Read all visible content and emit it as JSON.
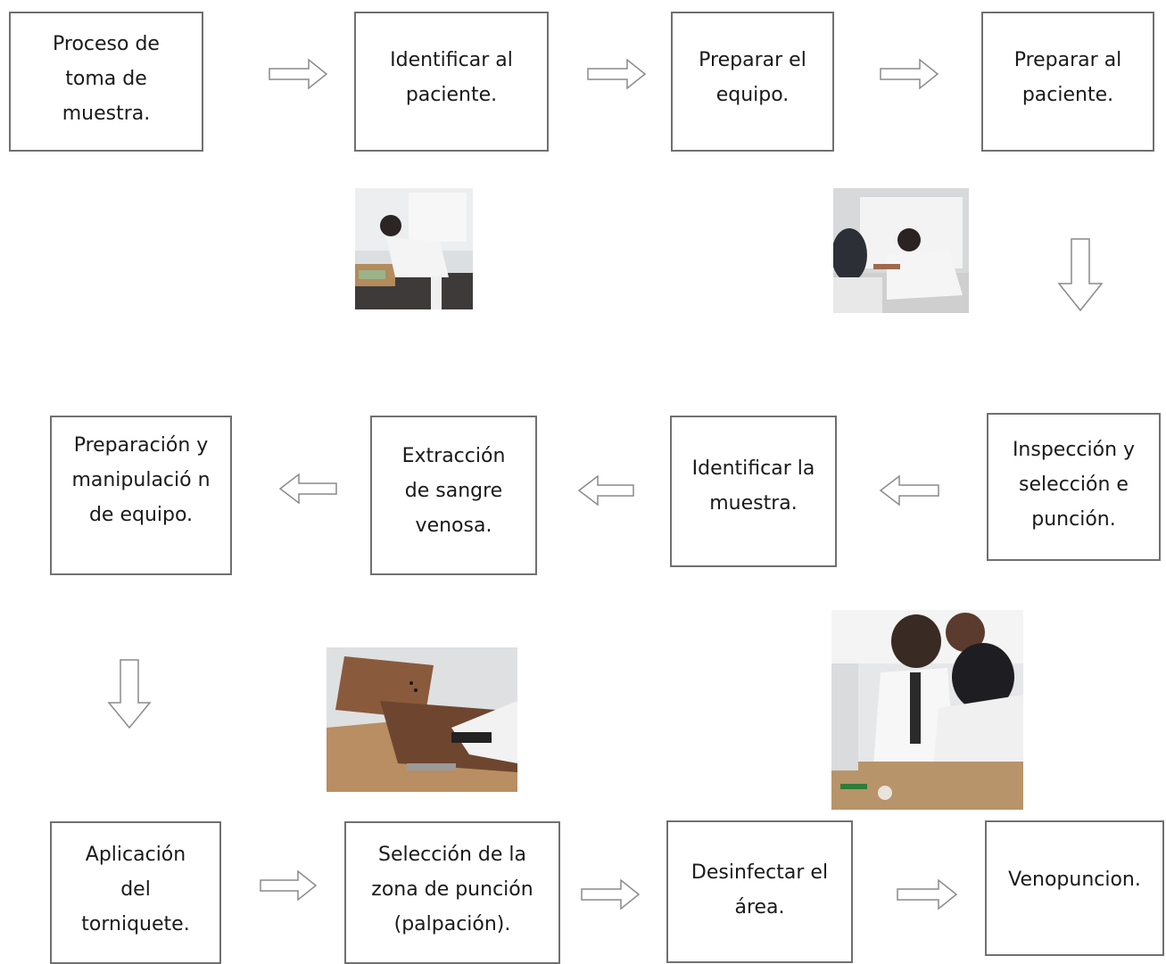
{
  "steps": {
    "s1": "Proceso de toma de muestra.",
    "s2": "Identificar al paciente.",
    "s3": "Preparar el equipo.",
    "s4": "Preparar al paciente.",
    "s5": "Inspección y selección e punción.",
    "s6": "Identificar la muestra.",
    "s7": "Extracción de sangre venosa.",
    "s8": "Preparación y manipulació n de equipo.",
    "s9": "Aplicación del torniquete.",
    "s10": "Selección de la zona de punción (palpación).",
    "s11": "Desinfectar el área.",
    "s12": "Venopuncion."
  },
  "photos": {
    "p1": "student-preparing-equipment-photo",
    "p2": "students-preparing-patient-photo",
    "p3": "arm-palpation-photo",
    "p4": "venipuncture-practice-photo"
  },
  "colors": {
    "border": "#707070",
    "arrow": "#8a8a8a"
  }
}
